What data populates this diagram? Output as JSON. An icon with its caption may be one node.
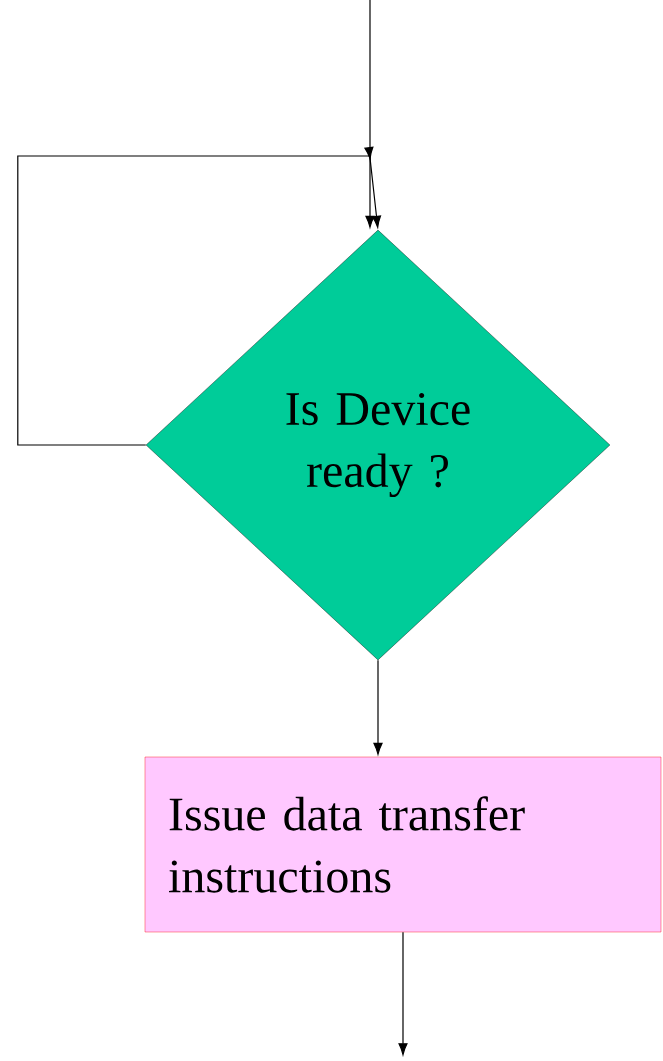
{
  "diagram": {
    "nodes": [
      {
        "text": [
          "Is Device ready ?"
        ]
      },
      {
        "text": [
          "Issue data transfer instructions"
        ]
      }
    ],
    "edges": [
      {
        "from": null,
        "to": 0,
        "arrow": "to"
      },
      {
        "from": 0,
        "to": 0,
        "arrow": "to"
      },
      {
        "from": 0,
        "to": 1,
        "arrow": "to"
      },
      {
        "from": 1,
        "to": null,
        "arrow": "to"
      }
    ]
  }
}
